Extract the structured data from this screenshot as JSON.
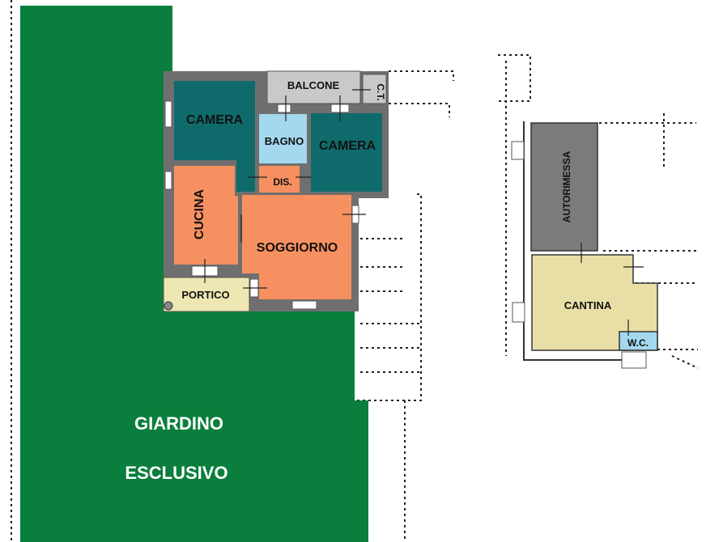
{
  "plan": {
    "rooms": {
      "camera_1": "CAMERA",
      "camera_2": "CAMERA",
      "bagno": "BAGNO",
      "balcone": "BALCONE",
      "ct": "C.T.",
      "dis": "DIS.",
      "cucina": "CUCINA",
      "soggiorno": "SOGGIORNO",
      "portico": "PORTICO",
      "autorimessa": "AUTORIMESSA",
      "cantina": "CANTINA",
      "wc": "W.C."
    },
    "garden": {
      "line1": "GIARDINO",
      "line2": "ESCLUSIVO"
    },
    "colors": {
      "garden": "#0a7e3c",
      "camera": "#0f6b6b",
      "living": "#f79060",
      "bagno": "#a3d8ee",
      "balcone": "#c9c9c9",
      "portico": "#eee7b3",
      "autorimessa": "#7b7b7b",
      "cantina": "#e8dfa6",
      "wall": "#6f6f6f"
    }
  }
}
